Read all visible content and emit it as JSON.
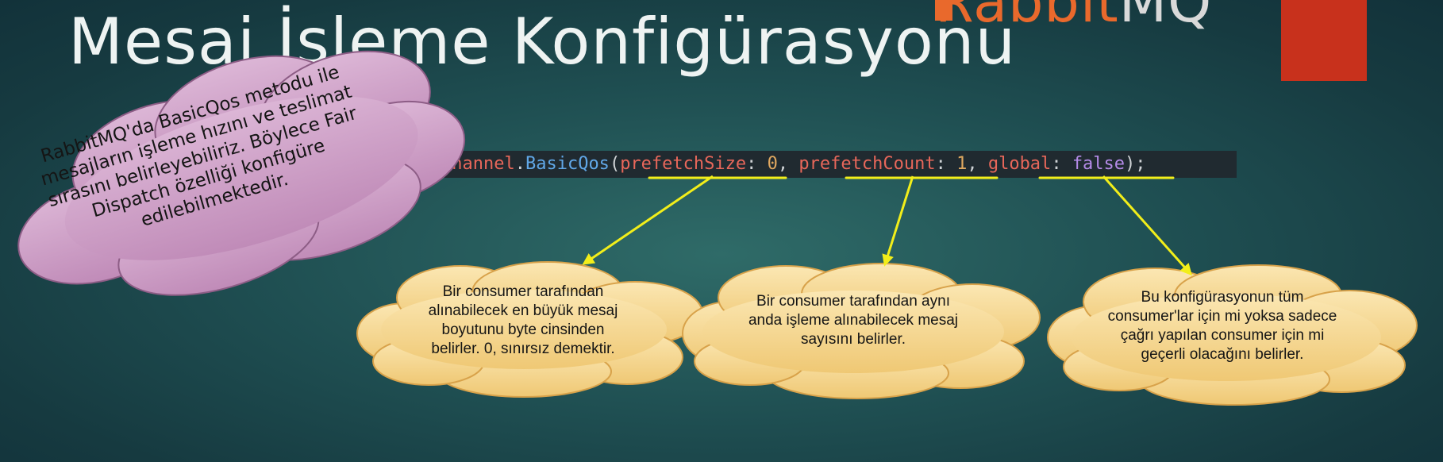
{
  "logo": {
    "text_main": "Rabbit",
    "text_mq": "MQ"
  },
  "slide": {
    "title": "Mesaj İşleme Konfigürasyonu"
  },
  "code": {
    "obj": "channel",
    "dot": ".",
    "method": "BasicQos",
    "open": "(",
    "p1": "prefetchSize",
    "c1": ": ",
    "v1": "0",
    "sep1": ", ",
    "p2": "prefetchCount",
    "c2": ": ",
    "v2": "1",
    "sep2": ", ",
    "p3": "global",
    "c3": ": ",
    "v3": "false",
    "close": ");"
  },
  "callouts": {
    "intro": "RabbitMQ'da BasicQos metodu ile mesajların işleme hızını ve teslimat sırasını belirleyebiliriz. Böylece Fair Dispatch özelliği konfigüre edilebilmektedir.",
    "prefetch_size": "Bir consumer tarafından alınabilecek en büyük mesaj boyutunu byte cinsinden belirler. 0, sınırsız demektir.",
    "prefetch_count": "Bir consumer tarafından aynı anda işleme alınabilecek mesaj sayısını belirler.",
    "global": "Bu konfigürasyonun tüm consumer'lar için mi yoksa sadece çağrı yapılan consumer için mi geçerli olacağını belirler."
  },
  "colors": {
    "pink_cloud": "#cfa4c9",
    "yellow_cloud": "#f4d791",
    "arrow": "#f2ee1a",
    "code_bg": "#202a30"
  }
}
